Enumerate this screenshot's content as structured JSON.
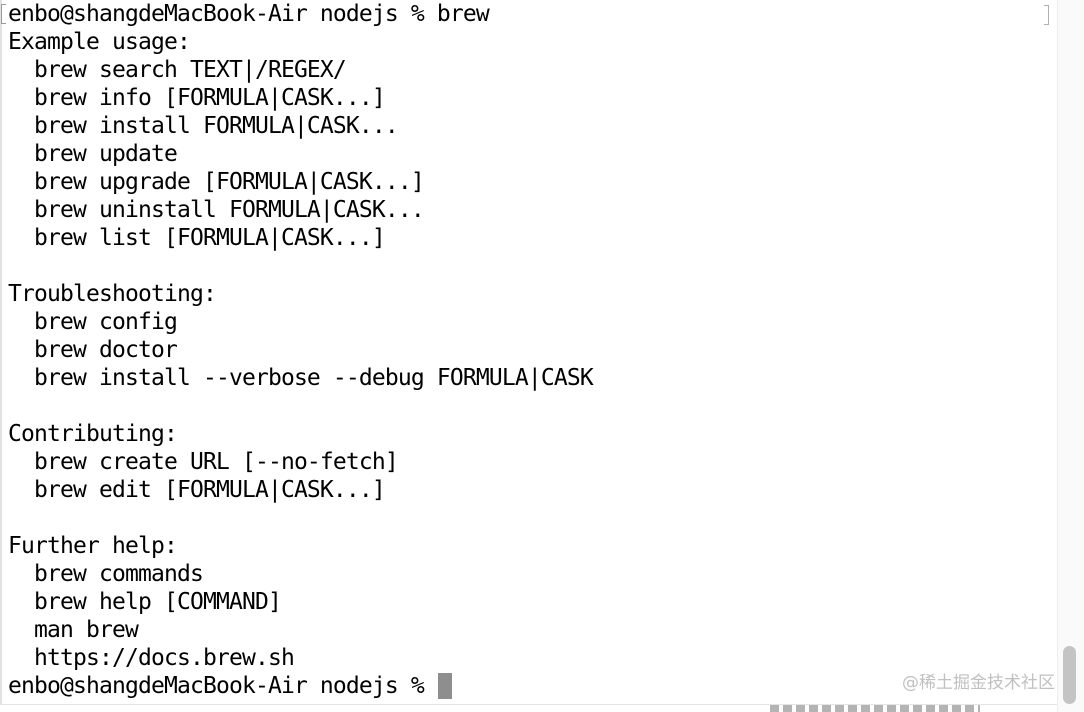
{
  "terminal": {
    "lines": [
      "enbo@shangdeMacBook-Air nodejs % brew",
      "Example usage:",
      "  brew search TEXT|/REGEX/",
      "  brew info [FORMULA|CASK...]",
      "  brew install FORMULA|CASK...",
      "  brew update",
      "  brew upgrade [FORMULA|CASK...]",
      "  brew uninstall FORMULA|CASK...",
      "  brew list [FORMULA|CASK...]",
      "",
      "Troubleshooting:",
      "  brew config",
      "  brew doctor",
      "  brew install --verbose --debug FORMULA|CASK",
      "",
      "Contributing:",
      "  brew create URL [--no-fetch]",
      "  brew edit [FORMULA|CASK...]",
      "",
      "Further help:",
      "  brew commands",
      "  brew help [COMMAND]",
      "  man brew",
      "  https://docs.brew.sh"
    ],
    "prompt": "enbo@shangdeMacBook-Air nodejs %"
  },
  "watermark": "@稀土掘金技术社区",
  "colors": {
    "background": "#ffffff",
    "text": "#000000",
    "cursor": "#8e8e8e",
    "watermark": "#c0c0c0"
  }
}
